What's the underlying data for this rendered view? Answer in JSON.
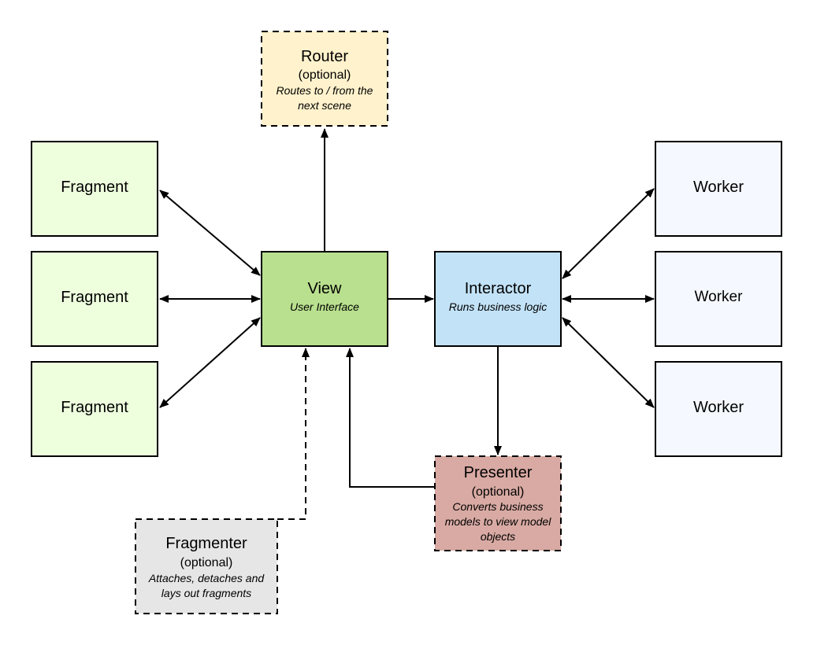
{
  "nodes": {
    "router": {
      "title": "Router",
      "optional": "(optional)",
      "desc_line1": "Routes to / from the",
      "desc_line2": "next scene",
      "fill": "#fff2cc"
    },
    "view": {
      "title": "View",
      "desc": "User Interface",
      "fill": "#b9e08e"
    },
    "interactor": {
      "title": "Interactor",
      "desc": "Runs business logic",
      "fill": "#c2e2f7"
    },
    "presenter": {
      "title": "Presenter",
      "optional": "(optional)",
      "desc_line1": "Converts business",
      "desc_line2": "models to view model",
      "desc_line3": "objects",
      "fill": "#d8aaa3"
    },
    "fragmenter": {
      "title": "Fragmenter",
      "optional": "(optional)",
      "desc_line1": "Attaches, detaches and",
      "desc_line2": "lays out fragments",
      "fill": "#e6e6e6"
    },
    "fragments": [
      {
        "label": "Fragment"
      },
      {
        "label": "Fragment"
      },
      {
        "label": "Fragment"
      }
    ],
    "fragment_fill": "#eeffde",
    "workers": [
      {
        "label": "Worker"
      },
      {
        "label": "Worker"
      },
      {
        "label": "Worker"
      }
    ],
    "worker_fill": "#f5f9ff"
  }
}
